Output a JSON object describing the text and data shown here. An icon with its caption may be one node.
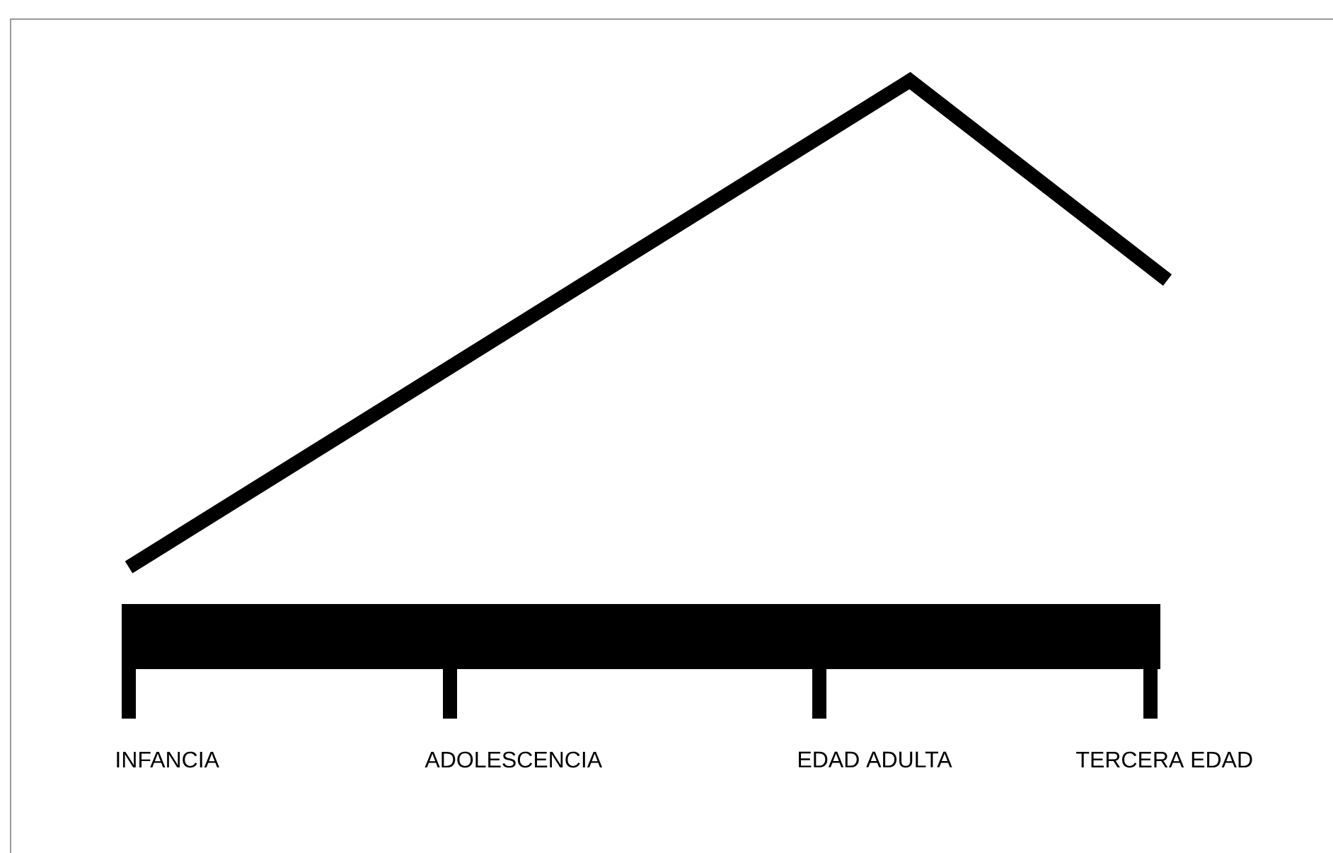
{
  "diagram": {
    "labels": [
      "INFANCIA",
      "ADOLESCENCIA",
      "EDAD ADULTA",
      "TERCERA EDAD"
    ]
  }
}
